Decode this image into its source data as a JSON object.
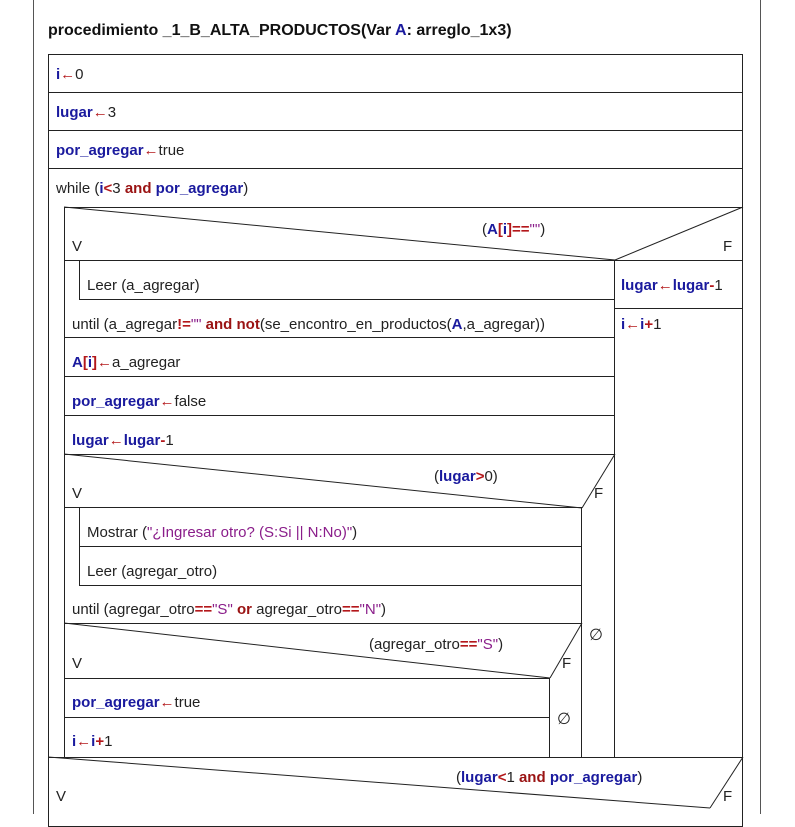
{
  "title": {
    "t1": "procedimiento _1_B_ALTA_PRODUCTOS(Var ",
    "t2": "A",
    "t3": ": arreglo_1x3)"
  },
  "assign": {
    "i_var": "i",
    "arrow": "←",
    "i_val": "0",
    "lugar_var": "lugar",
    "lugar_val": "3",
    "pa_var": "por_agregar",
    "pa_val": "true"
  },
  "while_stmt": {
    "kw": "while (",
    "i": "i",
    "lt": "<",
    "three": "3 ",
    "and": "and",
    "sp": " ",
    "pa": "por_agregar",
    "close": ")"
  },
  "if1": {
    "open": "(",
    "a": "A",
    "br_open": "[",
    "i": "i",
    "br_close": "]",
    "eq": "==",
    "str": "\"\"",
    "close": ")",
    "true_label": "V",
    "false_label": "F"
  },
  "repeat1": {
    "leer": "Leer (a_agregar)",
    "until_pre": "until (a_agregar",
    "neq": "!=",
    "str": "\"\"",
    "sp1": " ",
    "and": "and",
    "sp2": " ",
    "not": "not",
    "call_open": "(se_encontro_en_productos(",
    "a": "A",
    "call_rest": ",a_agregar))"
  },
  "false_branch": {
    "lugar1": "lugar",
    "arrow": "←",
    "lugar2": "lugar",
    "minus": "-",
    "one": "1",
    "i1": "i",
    "i2": "i",
    "plus": "+",
    "one_b": "1"
  },
  "stmts": {
    "ai_a": "A",
    "ai_br1": "[",
    "ai_i": "i",
    "ai_br2": "]",
    "arrow": "←",
    "ai_val": "a_agregar",
    "pa_var": "por_agregar",
    "pa_val": "false",
    "lugar1": "lugar",
    "lugar2": "lugar",
    "minus": "-",
    "one": "1"
  },
  "if2": {
    "open": "(",
    "lugar": "lugar",
    "gt": ">",
    "rest": "0)",
    "true_label": "V",
    "false_label": "F"
  },
  "repeat2": {
    "mostrar_pre": "Mostrar (",
    "mostrar_str": "\"¿Ingresar otro? (S:Si || N:No)\"",
    "mostrar_post": ")",
    "leer": "Leer (agregar_otro)",
    "until_pre": "until (agregar_otro",
    "eq1": "==",
    "s1": "\"S\"",
    "sp1": " ",
    "or": "or",
    "mid": " agregar_otro",
    "eq2": "==",
    "n1": "\"N\"",
    "close": ")"
  },
  "if3": {
    "pre": "(agregar_otro",
    "eq": "==",
    "s": "\"S\"",
    "close": ")",
    "true_label": "V",
    "false_label": "F"
  },
  "inner": {
    "pa_var": "por_agregar",
    "arrow": "←",
    "pa_val": "true",
    "i1": "i",
    "i2": "i",
    "plus": "+",
    "one": "1",
    "empty1": "∅",
    "empty2": "∅"
  },
  "if4": {
    "open": "(",
    "lugar": "lugar",
    "lt": "<",
    "one": "1 ",
    "and": "and",
    "sp": " ",
    "pa": "por_agregar",
    "close": ")",
    "true_label": "V",
    "false_label": "F"
  }
}
